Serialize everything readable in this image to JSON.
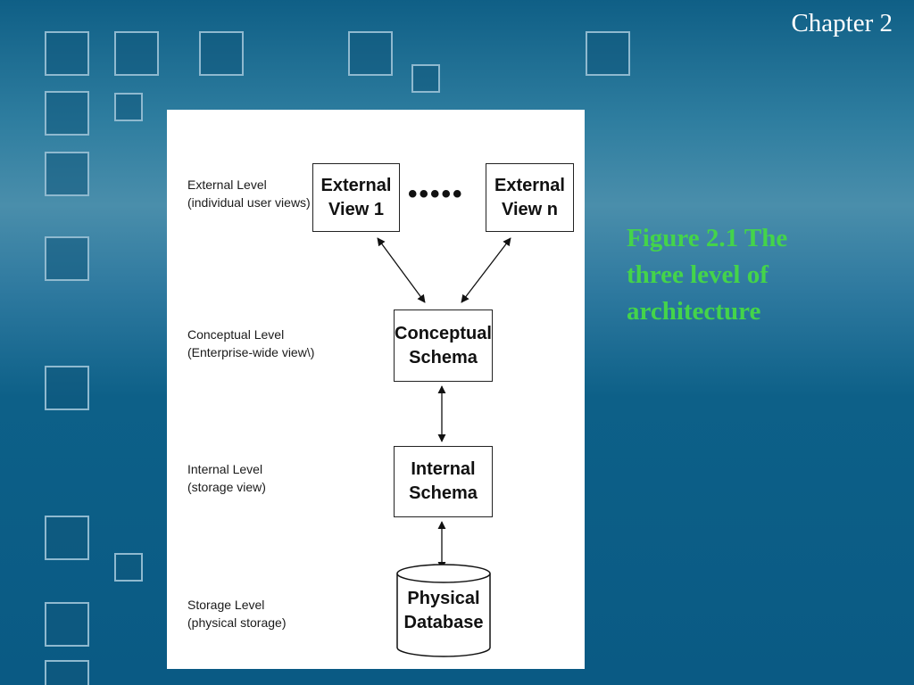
{
  "header": {
    "chapter": "Chapter 2"
  },
  "caption": {
    "text": "Figure 2.1 The three level of architecture"
  },
  "diagram": {
    "levels": [
      {
        "name": "External Level",
        "desc": "(individual user views)"
      },
      {
        "name": "Conceptual Level",
        "desc": "(Enterprise-wide view\\)"
      },
      {
        "name": "Internal Level",
        "desc": "(storage view)"
      },
      {
        "name": "Storage Level",
        "desc": "(physical storage)"
      }
    ],
    "nodes": {
      "external_1": "External\nView 1",
      "ellipsis": "•••••",
      "external_n": "External\nView n",
      "conceptual": "Conceptual\nSchema",
      "internal": "Internal\nSchema",
      "physical": "Physical\nDatabase"
    }
  },
  "colors": {
    "background": "#0a5a84",
    "caption": "#44d44a",
    "chapter": "#ffffff"
  }
}
